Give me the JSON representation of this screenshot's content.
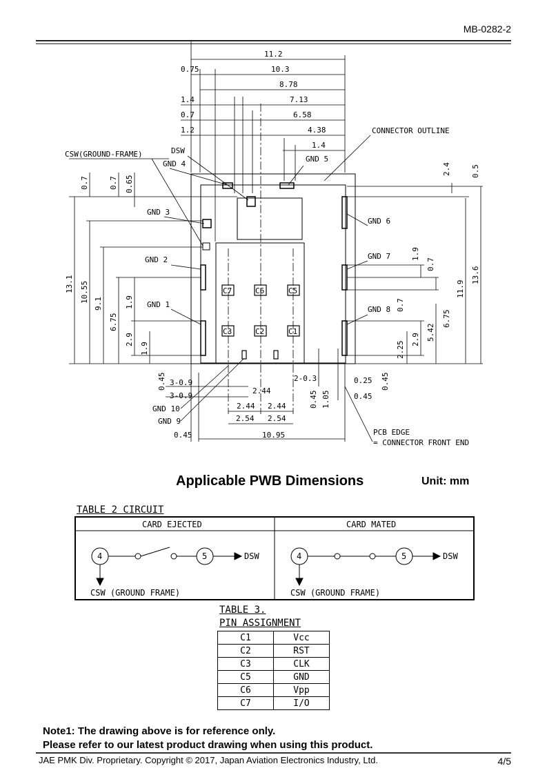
{
  "header": {
    "doc_id": "MB-0282-2"
  },
  "drawing": {
    "dims_top": [
      "11.2",
      "0.75",
      "10.3",
      "8.78",
      "1.4",
      "7.13",
      "0.7",
      "6.58",
      "1.2",
      "4.38",
      "1.4"
    ],
    "labels": {
      "csw": "CSW(GROUND-FRAME)",
      "dsw": "DSW",
      "gnd1": "GND 1",
      "gnd2": "GND 2",
      "gnd3": "GND 3",
      "gnd4": "GND 4",
      "gnd5": "GND 5",
      "gnd6": "GND 6",
      "gnd7": "GND 7",
      "gnd8": "GND 8",
      "gnd9": "GND 9",
      "gnd10": "GND 10",
      "connector_outline": "CONNECTOR OUTLINE",
      "pcb_edge_1": "PCB EDGE",
      "pcb_edge_2": "= CONNECTOR FRONT END"
    },
    "contacts": [
      "C7",
      "C6",
      "C5",
      "C3",
      "C2",
      "C1"
    ],
    "dims_left": [
      "13.1",
      "10.55",
      "9.1",
      "6.75",
      "1.9",
      "2.9",
      "1.9",
      "0.7",
      "0.7",
      "0.65"
    ],
    "dims_right": [
      "2.4",
      "0.5",
      "13.6",
      "11.9",
      "1.9",
      "0.7",
      "0.7",
      "6.75",
      "5.42",
      "2.9",
      "2.25"
    ],
    "dims_bottom": [
      "0.45",
      "3-0.9",
      "3-0.9",
      "2.44",
      "2.44",
      "2.44",
      "2.54",
      "2.54",
      "2-0.3",
      "0.25",
      "0.45",
      "0.45",
      "1.05",
      "0.45",
      "0.45",
      "10.95"
    ]
  },
  "section": {
    "title": "Applicable PWB Dimensions",
    "unit": "Unit: mm"
  },
  "table2": {
    "title": "TABLE 2  CIRCUIT",
    "col1": "CARD EJECTED",
    "col2": "CARD MATED",
    "node4": "4",
    "node5": "5",
    "dsw": "DSW",
    "csw": "CSW (GROUND FRAME)"
  },
  "table3": {
    "title1": "TABLE 3.",
    "title2": "PIN ASSIGNMENT",
    "rows": [
      [
        "C1",
        "Vcc"
      ],
      [
        "C2",
        "RST"
      ],
      [
        "C3",
        "CLK"
      ],
      [
        "C5",
        "GND"
      ],
      [
        "C6",
        "Vpp"
      ],
      [
        "C7",
        "I/O"
      ]
    ]
  },
  "notes": {
    "line1": "Note1: The drawing above is for reference only.",
    "line2": "Please refer to our latest product drawing when using this product."
  },
  "footer": {
    "text": "JAE PMK Div. Proprietary. Copyright ©  2017, Japan Aviation Electronics Industry, Ltd.",
    "page": "4/5"
  }
}
